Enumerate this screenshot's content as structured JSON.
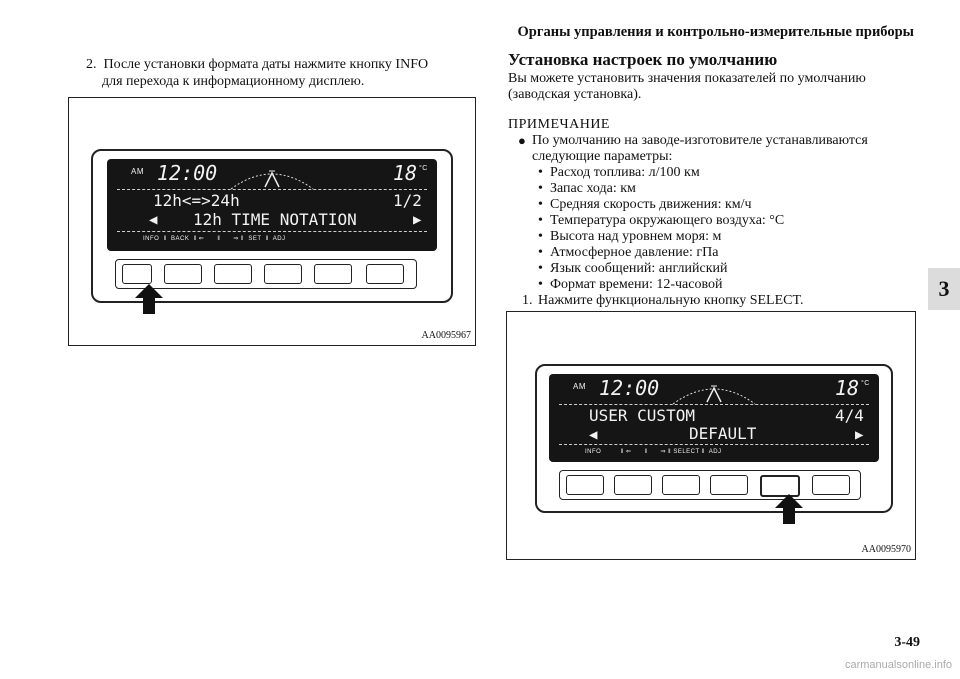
{
  "header": {
    "title": "Органы управления и контрольно-измерительные приборы"
  },
  "chapter_tab": "3",
  "left": {
    "step_num": "2.",
    "step_line1": "После установки формата даты нажмите кнопку INFO",
    "step_line2": "для перехода к информационному дисплею."
  },
  "right": {
    "section_title": "Установка настроек по умолчанию",
    "intro_line1": "Вы можете установить значения показателей по умолчанию",
    "intro_line2": "(заводская установка).",
    "note_title": "ПРИМЕЧАНИЕ",
    "note_bullet": "●",
    "note_line1": "По умолчанию на заводе-изготовителе устанавливаются",
    "note_line2": "следующие параметры:",
    "defaults": [
      "Расход топлива: л/100 км",
      "Запас хода: км",
      "Средняя скорость движения: км/ч",
      "Температура окружающего воздуха: °C",
      "Высота над уровнем моря: м",
      "Атмосферное давление: гПа",
      "Язык сообщений: английский",
      "Формат времени: 12-часовой"
    ],
    "step_num": "1.",
    "step_text": "Нажмите функциональную кнопку SELECT."
  },
  "figure1": {
    "am": "AM",
    "time": "12:00",
    "temp": "18",
    "unit": "°C",
    "line1": "12h<=>24h",
    "page": "1/2",
    "line2": "12h TIME NOTATION",
    "left_arrow": "◀",
    "right_arrow": "▶",
    "softkeys": "INFO  ‖  BACK  ‖ ⇐      ‖      ⇒ ‖  SET  ‖  ADJ",
    "code": "AA0095967"
  },
  "figure2": {
    "am": "AM",
    "time": "12:00",
    "temp": "18",
    "unit": "°C",
    "line1": "USER CUSTOM",
    "page": "4/4",
    "line2": "DEFAULT",
    "left_arrow": "◀",
    "right_arrow": "▶",
    "softkeys": "INFO         ‖ ⇐      ‖      ⇒ ‖ SELECT ‖  ADJ",
    "code": "AA0095970"
  },
  "page_number": "3-49",
  "watermark": "carmanualsonline.info"
}
